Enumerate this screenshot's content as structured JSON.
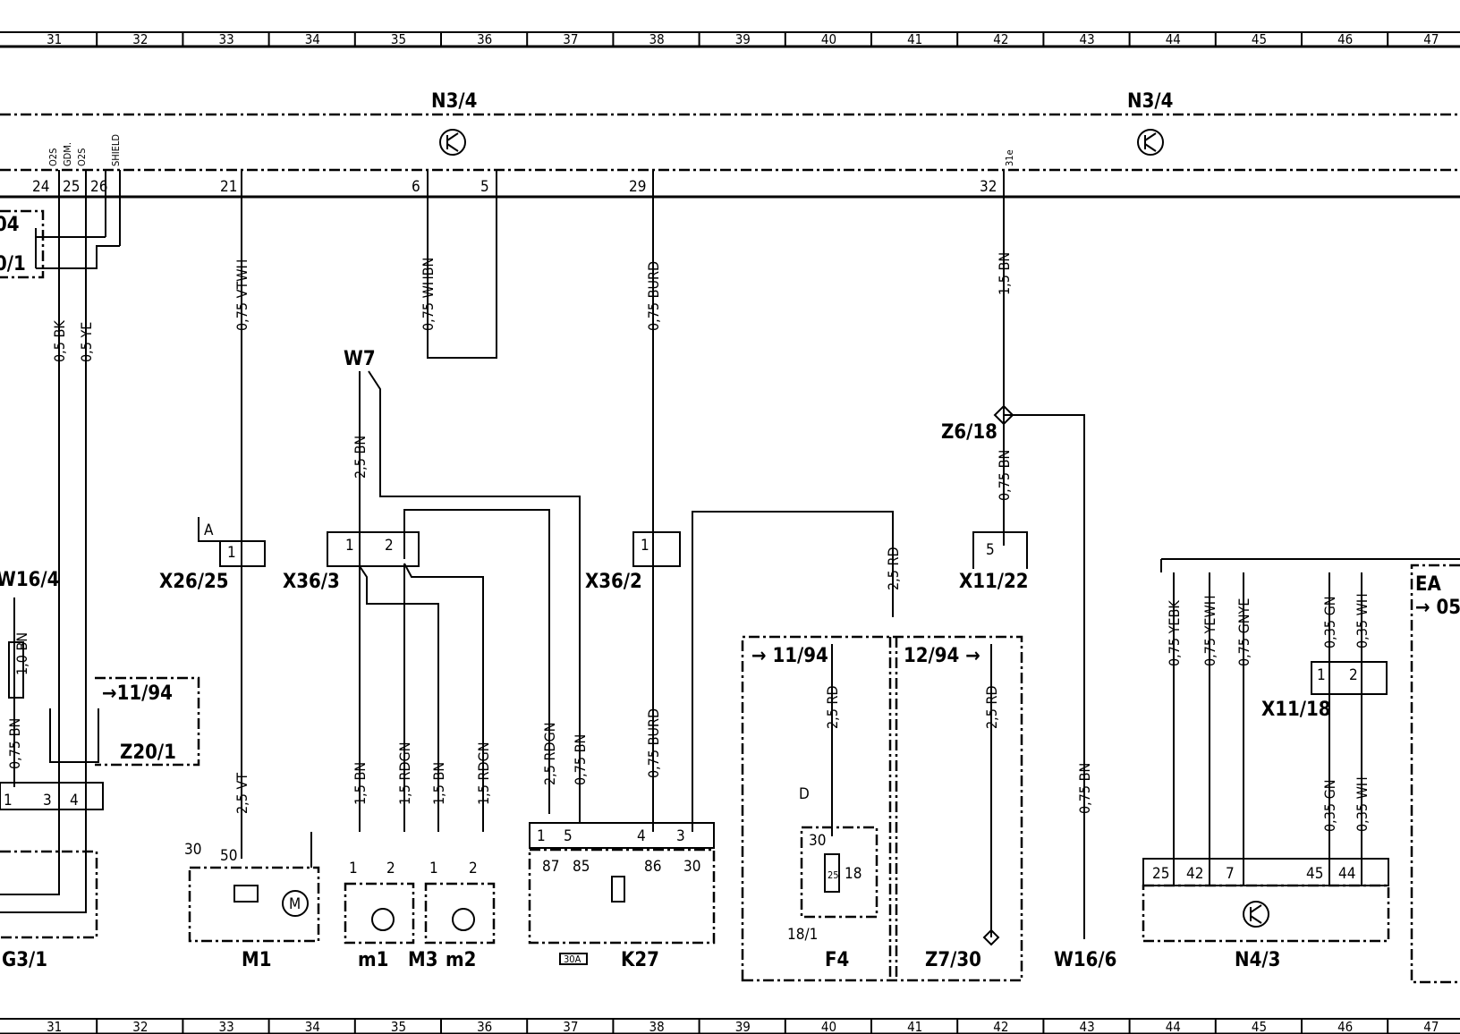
{
  "ruler": [
    "31",
    "32",
    "33",
    "34",
    "35",
    "36",
    "37",
    "38",
    "39",
    "40",
    "41",
    "42",
    "43",
    "44",
    "45",
    "46",
    "47"
  ],
  "bus": {
    "left_unit": "N3/4",
    "right_unit": "N3/4"
  },
  "top_pins": [
    {
      "pin": "24",
      "signal": "O2S"
    },
    {
      "pin": "25",
      "signal": "GDM."
    },
    {
      "pin": "26",
      "signal": "O2S"
    },
    {
      "pin": "",
      "signal": "SHIELD"
    },
    {
      "pin": "21",
      "signal": ""
    },
    {
      "pin": "6",
      "signal": ""
    },
    {
      "pin": "5",
      "signal": ""
    },
    {
      "pin": "29",
      "signal": ""
    },
    {
      "pin": "32",
      "signal": "31e"
    }
  ],
  "wires": {
    "bk": "0,5 BK",
    "ye": "0,5 YE",
    "vtwh": "0,75 VTWH",
    "whbn": "0,75 WHBN",
    "burd": "0,75 BURD",
    "bn15": "1,5 BN",
    "bn25": "2,5 BN",
    "vt25": "2,5 VT",
    "bn15a": "1,5 BN",
    "rdgn15a": "1,5 RDGN",
    "bn15b": "1,5 BN",
    "rdgn15b": "1,5 RDGN",
    "rdgn25": "2,5 RDGN",
    "bn075": "0,75 BN",
    "burd2": "0,75 BURD",
    "rd25": "2,5 RD",
    "rd25b": "2,5 RD",
    "rd25c": "2,5 RD",
    "bn075z": "0,75 BN",
    "bn075w": "0,75 BN",
    "bn10": "1,0 BN",
    "bn075l": "0,75 BN",
    "yebk": "0,75 YEBK",
    "yewh": "0,75 YEWH",
    "gnye": "0,75 GNYE",
    "gn035": "0,35 GN",
    "wh035": "0,35 WH",
    "gn035b": "0,35 GN",
    "wh035b": "0,35 WH"
  },
  "components": {
    "w7": "W7",
    "x26_25": "X26/25",
    "x36_3": "X36/3",
    "x36_2": "X36/2",
    "z6_18": "Z6/18",
    "x11_22": "X11/22",
    "x11_18": "X11/18",
    "w16_4": "W16/4",
    "z20_1": "Z20/1",
    "ref_1194": "→11/94",
    "ref_1194b": "→ 11/94",
    "ref_1294": "12/94 →",
    "g3_1": "G3/1",
    "m1": "M1",
    "m1s": "m1",
    "m3": "M3",
    "m2": "m2",
    "k27": "K27",
    "f4": "F4",
    "z7_30": "Z7/30",
    "w16_6": "W16/6",
    "n4_3": "N4/3",
    "ea": "EA",
    "ea_ref": "→ 05",
    "left_04": "04",
    "left_01": "0/1",
    "conn_a": "A",
    "conn_d": "D"
  },
  "pin_labels": {
    "x26_1": "1",
    "x36_3_1": "1",
    "x36_3_2": "2",
    "x36_2_1": "1",
    "x11_22_5": "5",
    "x11_18_1": "1",
    "x11_18_2": "2",
    "g3_1": "1",
    "g3_3": "3",
    "g3_4": "4",
    "m1_30": "30",
    "m1_50": "50",
    "m1s_1": "1",
    "m1s_2": "2",
    "m2_1": "1",
    "m2_2": "2",
    "k27_1": "1",
    "k27_5": "5",
    "k27_4": "4",
    "k27_3": "3",
    "k27_87": "87",
    "k27_85": "85",
    "k27_86": "86",
    "k27_30": "30",
    "k27_fuse": "30A",
    "f4_30": "30",
    "f4_18": "18",
    "f4_25": "25",
    "f4_181": "18/1",
    "n4_25": "25",
    "n4_42": "42",
    "n4_7": "7",
    "n4_45": "45",
    "n4_44": "44"
  }
}
